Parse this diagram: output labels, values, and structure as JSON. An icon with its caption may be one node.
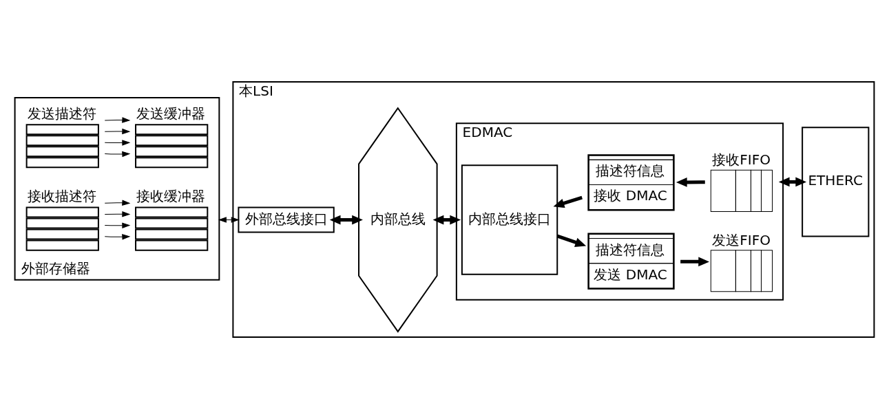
{
  "diagram": {
    "nodes": [
      {
        "text": [
          "外部存储器"
        ]
      },
      {
        "text": [
          "发送描述符"
        ],
        "in": 0
      },
      {
        "text": [
          "发送缓冲器"
        ],
        "in": 0
      },
      {
        "text": [
          "接收描述符"
        ],
        "in": 0
      },
      {
        "text": [
          "接收缓冲器"
        ],
        "in": 0
      },
      {
        "text": [
          "本LSI"
        ]
      },
      {
        "text": [
          "外部总线接口"
        ],
        "in": 5
      },
      {
        "text": [
          "内部总线"
        ],
        "in": 5
      },
      {
        "text": [
          "EDMAC"
        ],
        "in": 5
      },
      {
        "text": [
          "内部总线接口"
        ],
        "in": 8
      },
      {
        "text": [
          "描述符信息",
          "发送 DMAC"
        ],
        "in": 8
      },
      {
        "text": [
          "发送FIFO"
        ],
        "in": 8
      },
      {
        "text": [
          "描述符信息",
          "接收 DMAC"
        ],
        "in": 8
      },
      {
        "text": [
          "接收FIFO"
        ],
        "in": 8
      },
      {
        "text": [
          "ETHERC"
        ],
        "in": 5
      }
    ],
    "edges": [
      {
        "from": 1,
        "to": 2,
        "arrow": "to"
      },
      {
        "from": 1,
        "to": 2,
        "arrow": "to"
      },
      {
        "from": 1,
        "to": 2,
        "arrow": "to"
      },
      {
        "from": 1,
        "to": 2,
        "arrow": "to"
      },
      {
        "from": 3,
        "to": 4,
        "arrow": "to"
      },
      {
        "from": 3,
        "to": 4,
        "arrow": "to"
      },
      {
        "from": 3,
        "to": 4,
        "arrow": "to"
      },
      {
        "from": 3,
        "to": 4,
        "arrow": "to"
      },
      {
        "from": 0,
        "to": 6,
        "arrow": "both"
      },
      {
        "from": 6,
        "to": 7,
        "arrow": "both",
        "style": "thick"
      },
      {
        "from": 7,
        "to": 8,
        "arrow": "both",
        "style": "thick"
      },
      {
        "from": 9,
        "to": 10,
        "arrow": "to",
        "style": "thick"
      },
      {
        "from": 10,
        "to": 11,
        "arrow": "to",
        "style": "thick"
      },
      {
        "from": 13,
        "to": 12,
        "arrow": "to",
        "style": "thick"
      },
      {
        "from": 12,
        "to": 9,
        "arrow": "to",
        "style": "thick"
      },
      {
        "from": 8,
        "to": 14,
        "arrow": "both",
        "style": "thick"
      }
    ]
  }
}
